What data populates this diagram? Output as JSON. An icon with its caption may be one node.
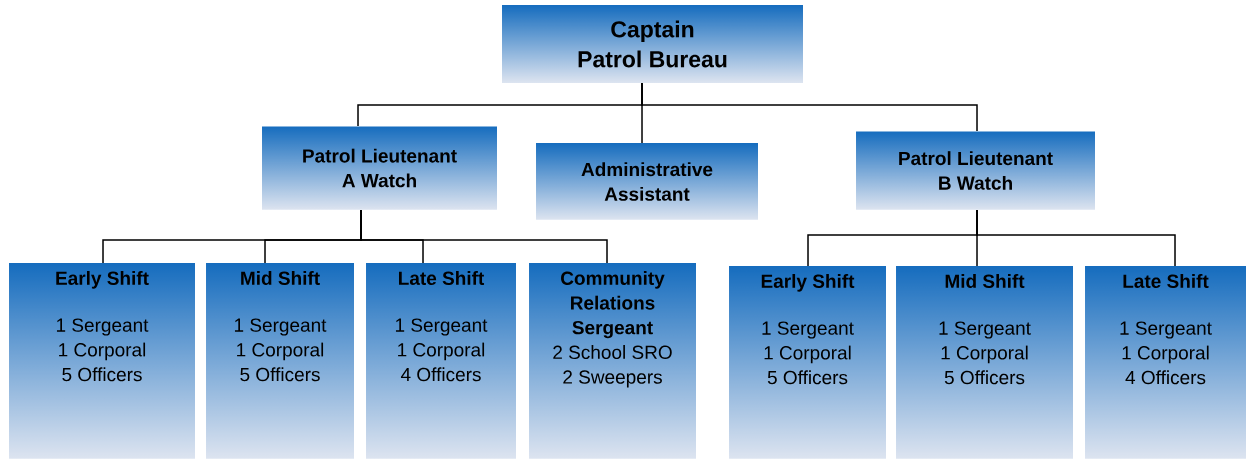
{
  "diagram": {
    "nodes": [
      {
        "text": [
          "Captain",
          "Patrol Bureau"
        ]
      },
      {
        "text": [
          "Patrol Lieutenant",
          "A Watch"
        ]
      },
      {
        "text": [
          "Administrative",
          "Assistant"
        ]
      },
      {
        "text": [
          "Patrol Lieutenant",
          "B Watch"
        ]
      },
      {
        "text": [
          "Early Shift",
          "1 Sergeant",
          "1 Corporal",
          "5 Officers"
        ]
      },
      {
        "text": [
          "Mid Shift",
          "1 Sergeant",
          "1 Corporal",
          "5 Officers"
        ]
      },
      {
        "text": [
          "Late Shift",
          "1 Sergeant",
          "1 Corporal",
          "4 Officers"
        ]
      },
      {
        "text": [
          "Community Relations Sergeant",
          "2 School SRO",
          "2 Sweepers"
        ]
      },
      {
        "text": [
          "Early Shift",
          "1 Sergeant",
          "1 Corporal",
          "5 Officers"
        ]
      },
      {
        "text": [
          "Mid Shift",
          "1 Sergeant",
          "1 Corporal",
          "5 Officers"
        ]
      },
      {
        "text": [
          "Late Shift",
          "1 Sergeant",
          "1 Corporal",
          "4 Officers"
        ]
      }
    ],
    "edges": [
      {
        "from": 0,
        "to": 1,
        "arrow": "none"
      },
      {
        "from": 0,
        "to": 2,
        "arrow": "none"
      },
      {
        "from": 0,
        "to": 3,
        "arrow": "none"
      },
      {
        "from": 1,
        "to": 4,
        "arrow": "none"
      },
      {
        "from": 1,
        "to": 5,
        "arrow": "none"
      },
      {
        "from": 1,
        "to": 6,
        "arrow": "none"
      },
      {
        "from": 1,
        "to": 7,
        "arrow": "none"
      },
      {
        "from": 3,
        "to": 8,
        "arrow": "none"
      },
      {
        "from": 3,
        "to": 9,
        "arrow": "none"
      },
      {
        "from": 3,
        "to": 10,
        "arrow": "none"
      }
    ]
  }
}
